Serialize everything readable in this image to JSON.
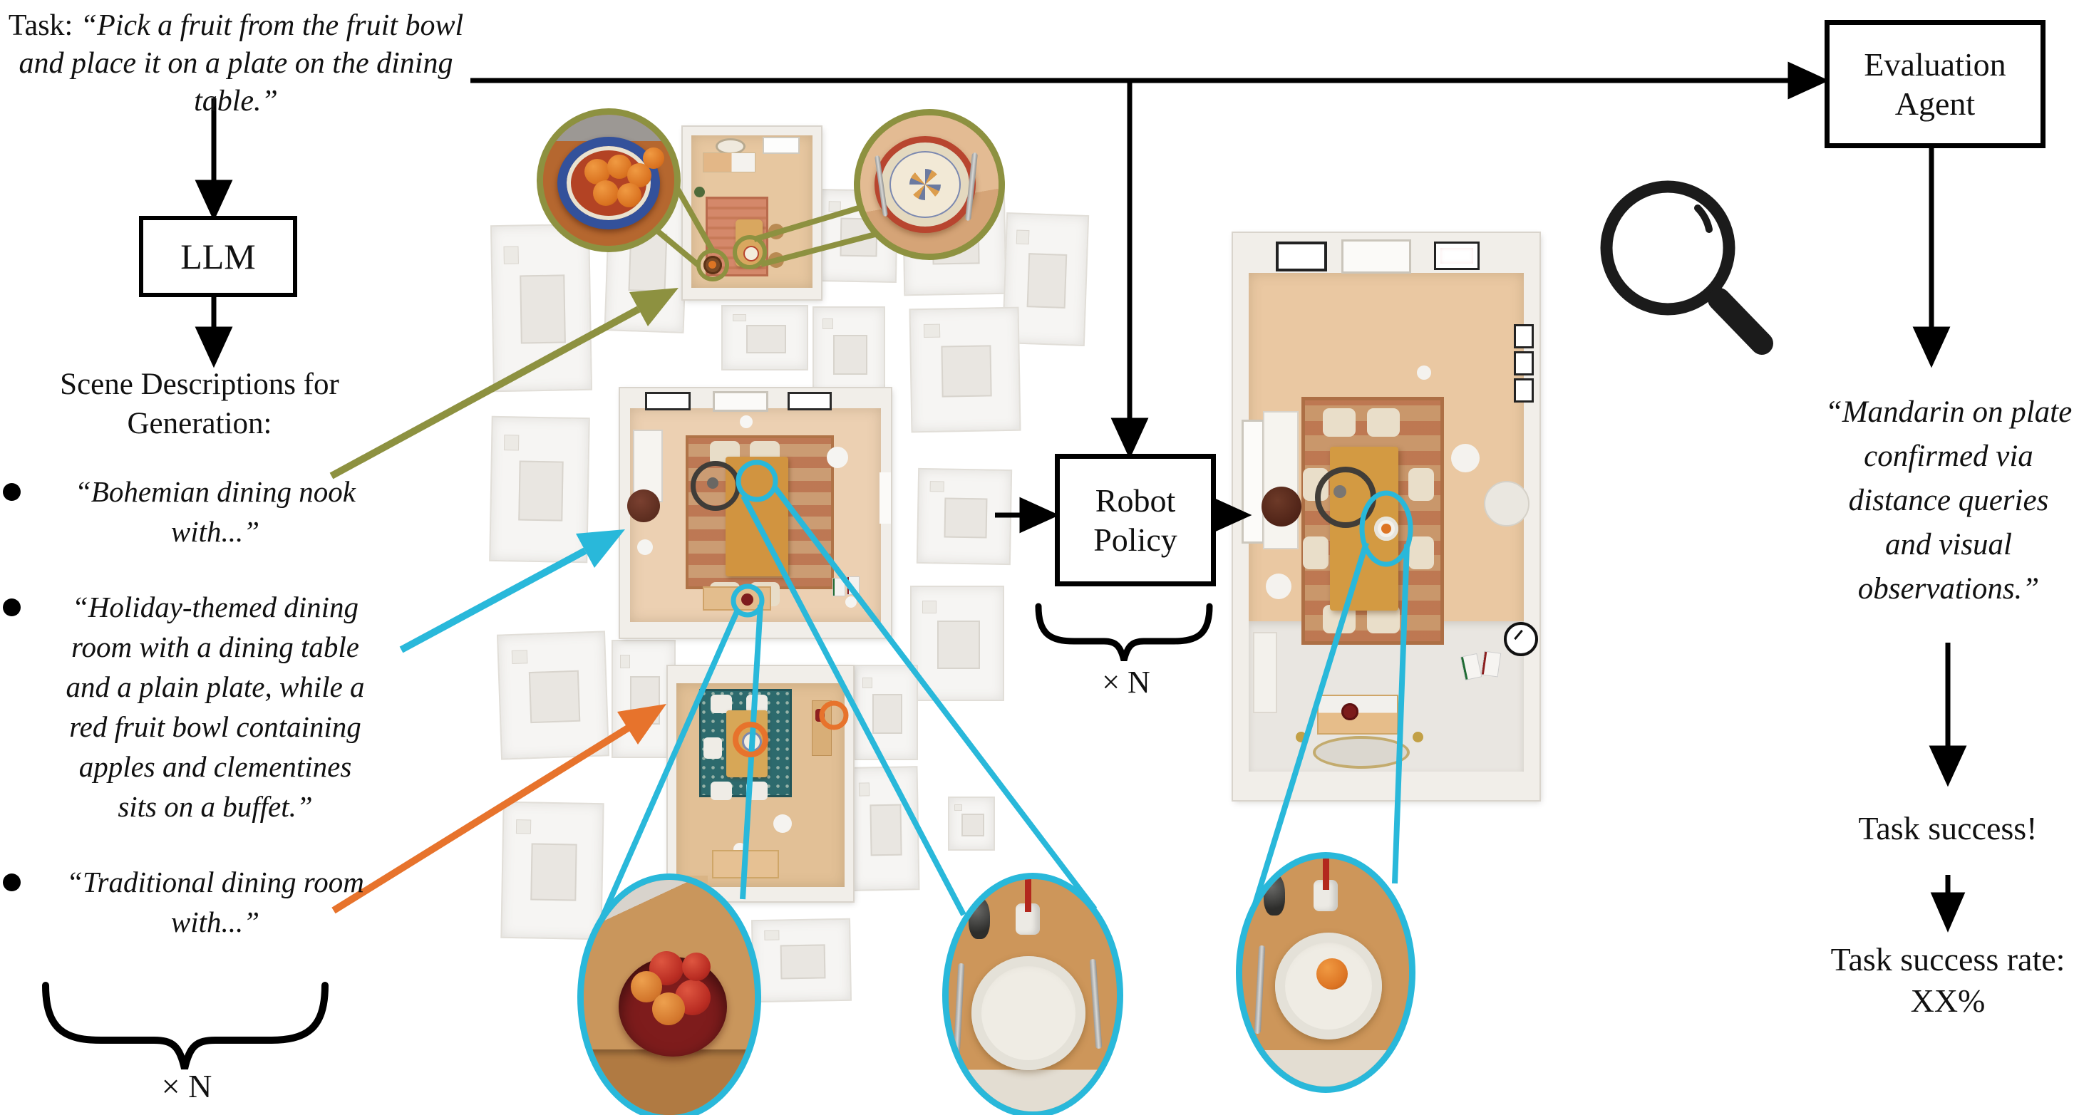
{
  "colors": {
    "accent_cyan": "#29b8da",
    "accent_olive": "#8d9140",
    "accent_orange": "#e7732c",
    "ink_black": "#000000",
    "wall": "#f1eee9",
    "floor_tan": "#e9cda8"
  },
  "task": {
    "label": "Task:",
    "text": "“Pick a fruit from the fruit bowl and place it on a plate on the dining table.”"
  },
  "llm_box": {
    "label": "LLM"
  },
  "scene_descriptions": {
    "heading": "Scene Descriptions for Generation:"
  },
  "bullets": [
    {
      "text": "“Bohemian dining nook with...”"
    },
    {
      "text": "“Holiday-themed dining room with a dining table and a plain plate, while a red fruit bowl containing apples and clementines sits on a buffet.”"
    },
    {
      "text": "“Traditional dining room with...”"
    }
  ],
  "multiplier_left": "× N",
  "multiplier_robot": "× N",
  "robot_policy_box": {
    "label": "Robot Policy"
  },
  "evaluation_agent_box": {
    "label": "Evaluation Agent"
  },
  "evaluation_quote": "“Mandarin on plate confirmed via distance queries and visual observations.”",
  "task_success_label": "Task success!",
  "task_success_rate_label": "Task success rate: XX%"
}
